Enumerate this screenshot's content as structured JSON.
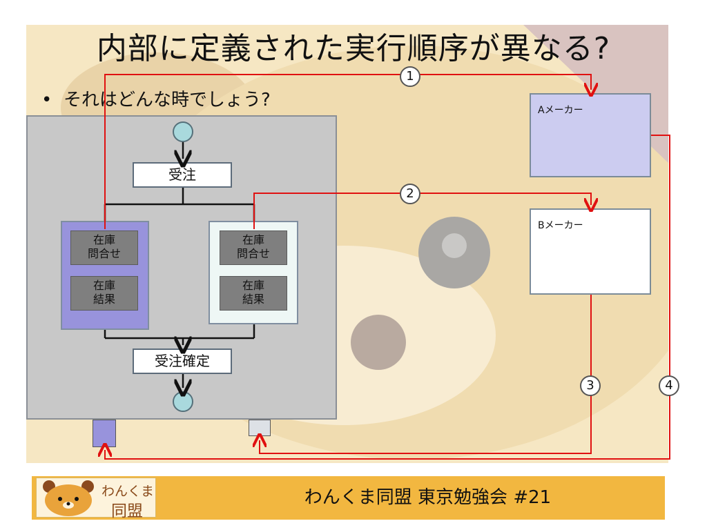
{
  "slide": {
    "title": "内部に定義された実行順序が異なる?",
    "bullet": "それはどんな時でしょう?"
  },
  "flow": {
    "order_label": "受注",
    "confirm_label": "受注確定",
    "left_lane": {
      "step1": "在庫\n問合せ",
      "step2": "在庫\n結果"
    },
    "right_lane": {
      "step1": "在庫\n問合せ",
      "step2": "在庫\n結果"
    }
  },
  "makers": {
    "a": "Aメーカー",
    "b": "Bメーカー"
  },
  "markers": [
    "1",
    "2",
    "3",
    "4"
  ],
  "footer": {
    "logo_line1": "わんくま",
    "logo_line2": "同盟",
    "text": "わんくま同盟 東京勉強会 #21"
  },
  "colors": {
    "flow_line": "#e01010",
    "lane_purple": "#9893dc",
    "maker_a_fill": "#ccccf0",
    "footer_bar": "#f2b740"
  }
}
